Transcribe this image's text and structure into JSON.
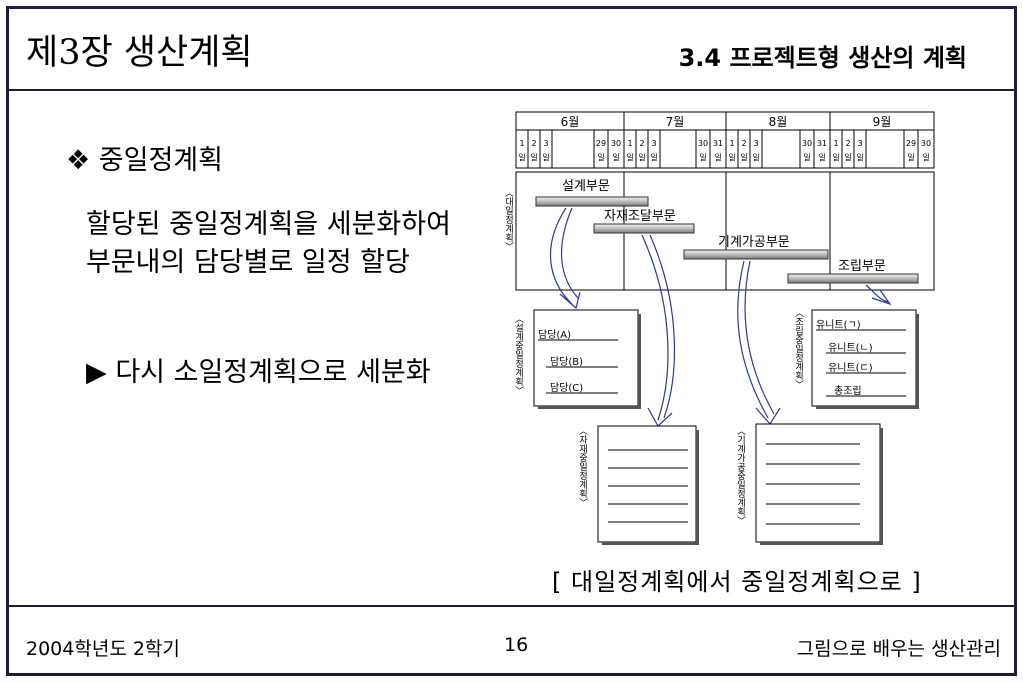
{
  "header": {
    "chapter": "제3장 생산계획",
    "section": "3.4 프로젝트형 생산의 계획"
  },
  "content": {
    "heading": "❖ 중일정계획",
    "paragraph1": "할당된 중일정계획을 세분화하여 부문내의 담당별로 일정 할당",
    "paragraph2": "▶ 다시 소일정계획으로 세분화"
  },
  "figure": {
    "months": [
      "6월",
      "7월",
      "8월",
      "9월"
    ],
    "day_labels": {
      "d1": "1",
      "d2": "2",
      "d3": "3",
      "d29": "29",
      "d30": "30",
      "d31": "31",
      "il": "일"
    },
    "major_plan_label": "〈대일정계획〉",
    "bars": [
      "설계부문",
      "자재조달부문",
      "기계가공부문",
      "조립부문"
    ],
    "design_plan": {
      "label": "〈설계중일정계획〉",
      "items": [
        "담당(A)",
        "담당(B)",
        "담당(C)"
      ]
    },
    "assembly_plan": {
      "label": "〈조립중일정계획〉",
      "items": [
        "유니트(ㄱ)",
        "유니트(ㄴ)",
        "유니트(ㄷ)",
        "총조립"
      ]
    },
    "material_plan": {
      "label": "〈자재중일정계획〉"
    },
    "machining_plan": {
      "label": "〈기계가공중일정계획〉"
    },
    "caption": "[ 대일정계획에서 중일정계획으로 ]"
  },
  "footer": {
    "left": "2004학년도 2학기",
    "page": "16",
    "right": "그림으로 배우는 생산관리"
  }
}
